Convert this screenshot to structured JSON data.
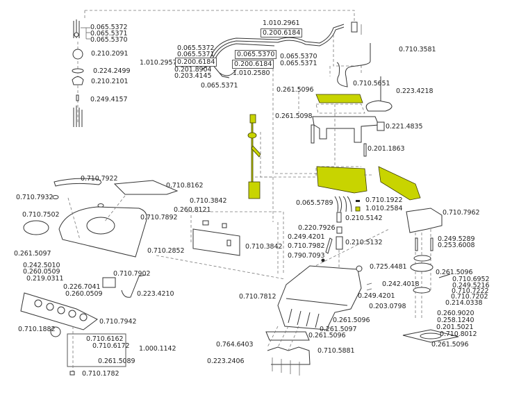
{
  "diagram": {
    "type": "exploded-parts-diagram",
    "highlight_color": "#c8d400",
    "line_color": "#333333",
    "leader_color": "#555555",
    "groups": {
      "hose_bundle_left": [
        "0.065.5372",
        "0.065.5371",
        "0.065.5370"
      ],
      "coupling_stack": [
        "0.210.2091",
        "0.224.2499",
        "0.210.2101",
        "0.249.4157"
      ],
      "tubing_top": {
        "top_assembly": "1.010.2961",
        "top_assembly_box": "0.200.6184",
        "left_hoses": [
          "0.065.5372",
          "0.065.5371"
        ],
        "left_assembly": "1.010.2957",
        "left_assembly_box": "0.200.6184",
        "left_parts": [
          "0.201.8904",
          "0.203.4145"
        ],
        "left_hose_bottom": "0.065.5371",
        "mid_assembly": "1.010.2580",
        "mid_box_top": "0.065.5370",
        "mid_box_bottom": "0.200.6184",
        "right_hoses": [
          "0.065.5370",
          "0.065.5371"
        ]
      },
      "valve_block": {
        "hose": "0.710.3581",
        "screw_top": "0.261.5096",
        "pcb_clip": "0.710.5651",
        "pipe": "0.223.4218",
        "screw_mid": "0.261.5098",
        "filter": "0.221.4835",
        "pin": "0.201.1863"
      },
      "cover_parts": {
        "arm": "0.710.7922",
        "ring": "0.710.7932",
        "tray": "0.710.8162",
        "keypad": "0.710.7502",
        "cover": "0.710.7892",
        "screw": "0.261.5097",
        "side_parts": [
          "0.242.5010",
          "0.260.0509",
          "0.219.0311"
        ],
        "bracket": "0.710.7902",
        "board": "0.226.7041",
        "board_screw": "0.260.0509",
        "cable": "0.223.4210"
      },
      "holder_parts": {
        "holder": "0.710.7942",
        "cup": "0.710.1882",
        "kit_items": [
          "0.710.6162",
          "0.710.6172",
          "0.261.5089"
        ],
        "kit_assembly": "1.000.1142",
        "foot": "0.710.1782"
      },
      "frame_parts": {
        "bracket_top": "0.710.3842",
        "bolt": "0.260.8121",
        "mount": "0.710.2852",
        "bracket_right": "0.710.3842"
      },
      "center_column": {
        "hoses": "0.065.5789",
        "clip": "0.710.1922",
        "assembly": "1.010.2584",
        "connector": "0.210.5142",
        "sleeve": "0.220.7926",
        "screw": "0.249.4201",
        "holder": "0.710.7982",
        "nut": "0.790.7093",
        "tube": "0.210.5132"
      },
      "base_parts": {
        "knob": "0.725.4481",
        "base": "0.710.7812",
        "screw_right": "0.242.4018",
        "screw_right2": "0.249.4201",
        "plug": "0.203.0798",
        "screw_a": "0.261.5096",
        "screw_b": "0.261.5097",
        "screw_c": "0.261.5096",
        "clips": "0.764.6403",
        "connectors": "0.223.2406",
        "harness": "0.710.5881"
      },
      "pillar_parts": {
        "cap": "0.710.7962",
        "screws": [
          "0.249.5289",
          "0.253.6008"
        ],
        "screw_ring": "0.261.5096",
        "side": [
          "0.710.6952",
          "0.249.5216",
          "0.710.7222",
          "0.710.7202",
          "0.214.0338"
        ],
        "lower": [
          "0.260.9020",
          "0.258.1240",
          "0.201.5021"
        ],
        "plate": "0.710.8012",
        "plate_screw": "0.261.5096"
      }
    }
  }
}
